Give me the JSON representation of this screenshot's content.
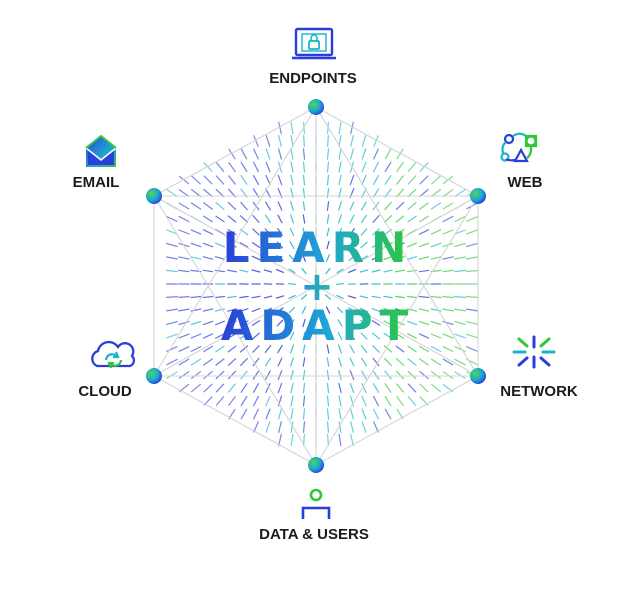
{
  "center": {
    "line1": "LEARN",
    "plus": "+",
    "line2": "ADAPT"
  },
  "nodes": {
    "endpoints": {
      "label": "ENDPOINTS",
      "icon": "laptop-lock-icon"
    },
    "web": {
      "label": "WEB",
      "icon": "web-network-icon"
    },
    "network": {
      "label": "NETWORK",
      "icon": "network-sparkle-icon"
    },
    "data_users": {
      "label": "DATA & USERS",
      "icon": "user-icon"
    },
    "cloud": {
      "label": "CLOUD",
      "icon": "cloud-sync-icon"
    },
    "email": {
      "label": "EMAIL",
      "icon": "envelope-icon"
    }
  },
  "colors": {
    "blue": "#2a3fd9",
    "teal": "#19b4c9",
    "green": "#2ec83a",
    "edge": "#d4d4d4",
    "label": "#1b1b1b"
  }
}
